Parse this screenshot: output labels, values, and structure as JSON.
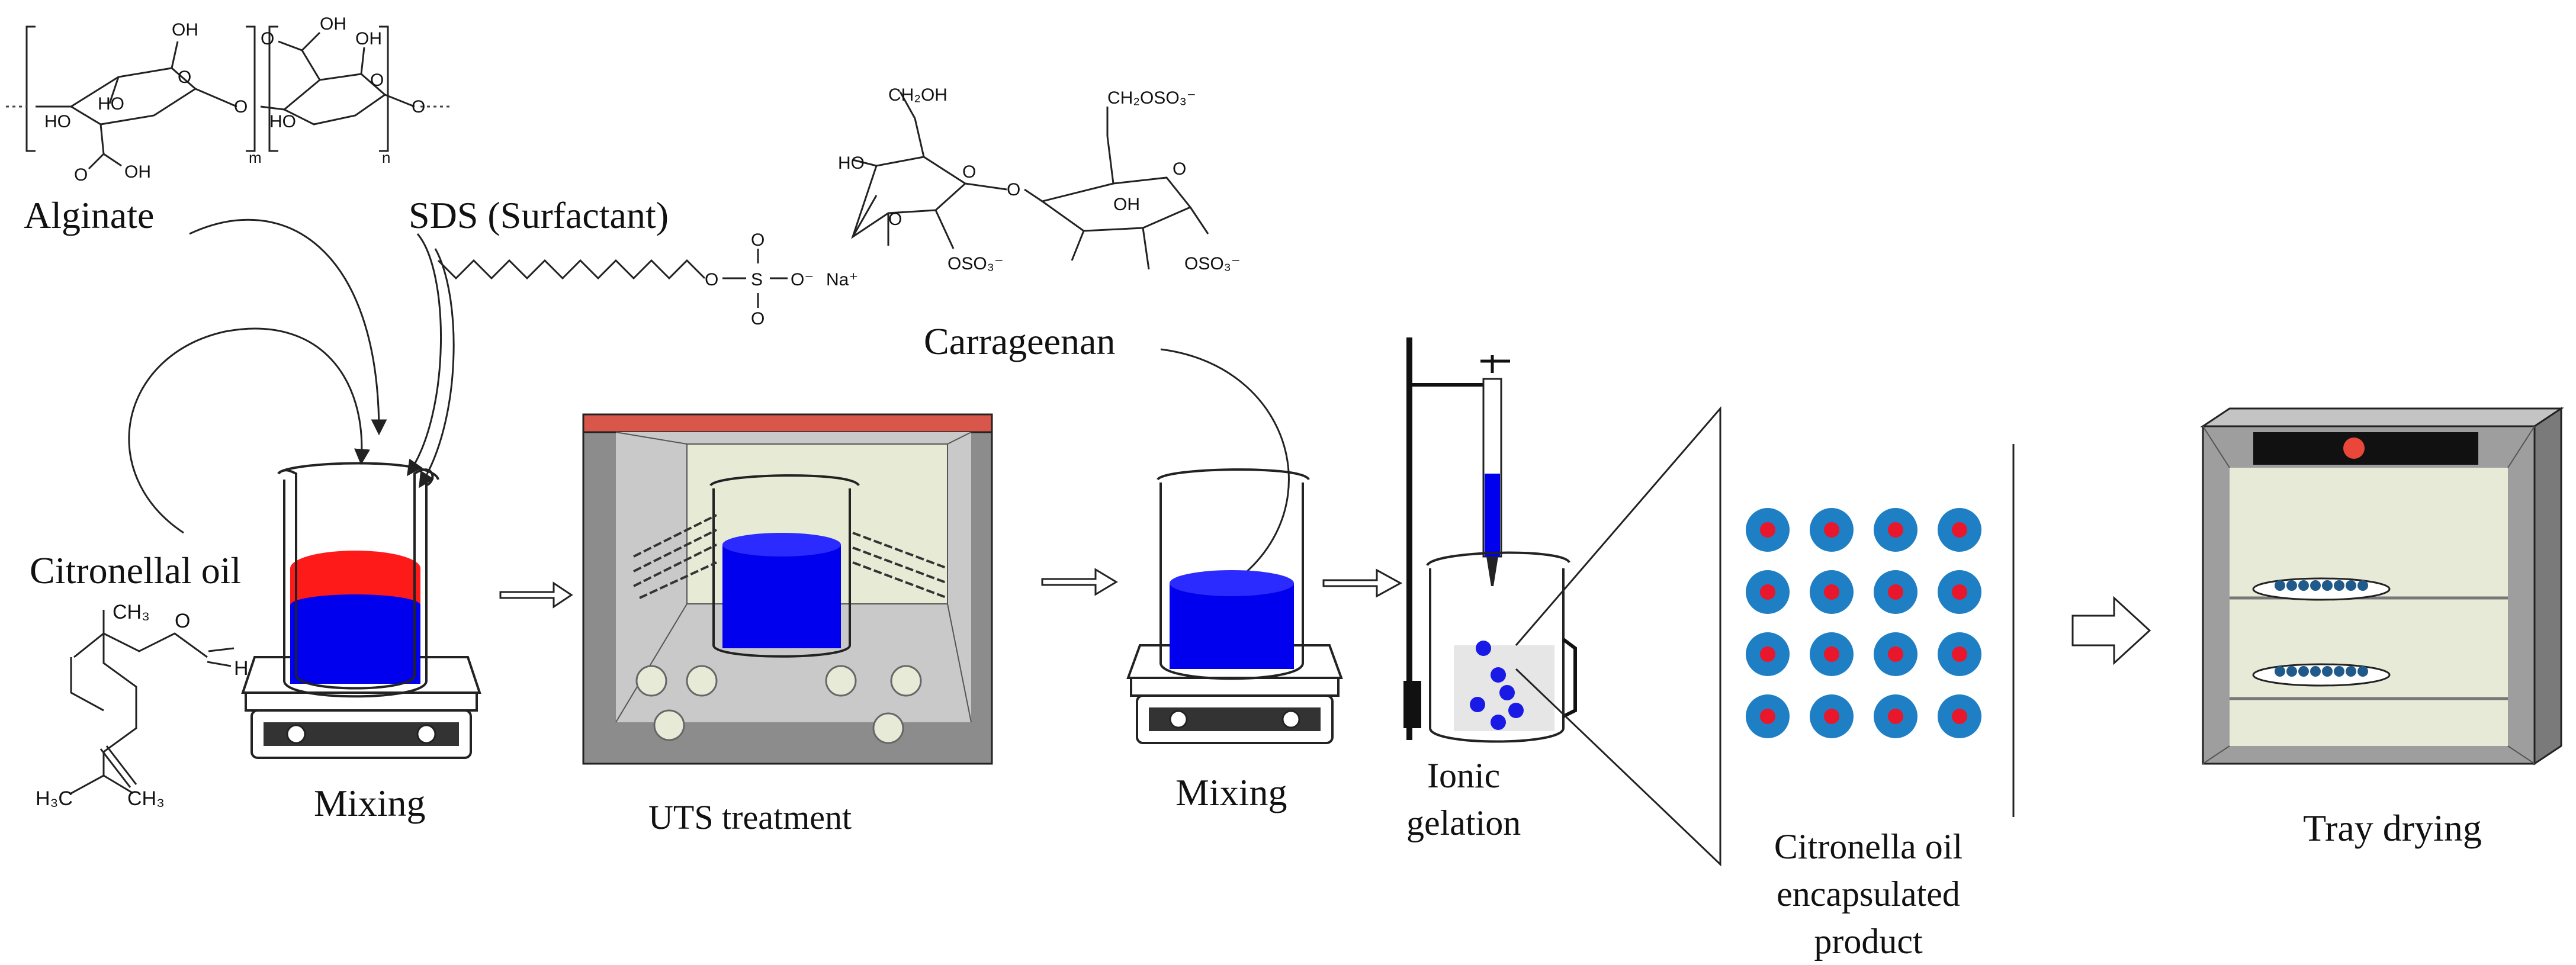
{
  "labels": {
    "alginate": "Alginate",
    "sds": "SDS (Surfactant)",
    "carrageenan": "Carrageenan",
    "citronellal_oil": "Citronellal oil",
    "mixing_1": "Mixing",
    "uts_treatment": "UTS treatment",
    "mixing_2": "Mixing",
    "ionic": "Ionic",
    "gelation": "gelation",
    "product_line1": "Citronella oil",
    "product_line2": "encapsulated",
    "product_line3": "product",
    "tray_drying": "Tray drying"
  },
  "chemistry": {
    "alginate": {
      "oh_1": "OH",
      "oh_2": "OH",
      "oh_3": "OH",
      "oh_4": "OH",
      "ho_1": "HO",
      "ho_2": "HO",
      "o_1": "O",
      "o_2": "O",
      "o_3": "O",
      "o_4": "O",
      "o_5": "O",
      "o_6": "O",
      "m": "m",
      "n": "n"
    },
    "sds": {
      "o": "O",
      "s": "S",
      "o_minus": "O⁻",
      "na_plus": "Na⁺"
    },
    "carrageenan": {
      "ch2oh": "CH₂OH",
      "ch2oso3": "CH₂OSO₃⁻",
      "ho": "HO",
      "oh": "OH",
      "o_1": "O",
      "o_2": "O",
      "o_3": "O",
      "o_4": "O",
      "oso3_1": "OSO₃⁻",
      "oso3_2": "OSO₃⁻"
    },
    "citronellal": {
      "ch3": "CH₃",
      "o": "O",
      "h": "H",
      "h3c": "H₃C",
      "ch3_b": "CH₃"
    }
  },
  "colors": {
    "oil": "#ff1a1a",
    "solution": "#0000ee",
    "bead_shell": "#1f7fc4",
    "bead_core": "#e8172b",
    "lid": "#d9574a",
    "bath_frame": "#8c8c8c",
    "bath_panel": "#e7ebd6",
    "dryer_shelf": "#e8ead8",
    "dryer_frame": "#9e9e9e"
  },
  "product": {
    "bead_rows": 4,
    "bead_cols": 4
  }
}
